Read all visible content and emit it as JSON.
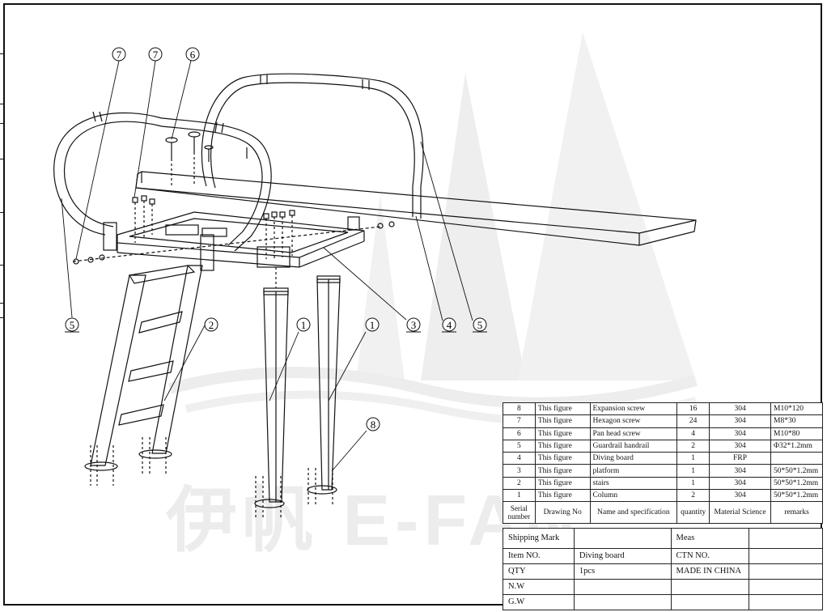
{
  "watermark": {
    "text": "伊帆 E-FAN"
  },
  "balloons": [
    {
      "id": "b7a",
      "number": "7"
    },
    {
      "id": "b7b",
      "number": "7"
    },
    {
      "id": "b6",
      "number": "6"
    },
    {
      "id": "b5a",
      "number": "5"
    },
    {
      "id": "b2",
      "number": "2"
    },
    {
      "id": "b1a",
      "number": "1"
    },
    {
      "id": "b1b",
      "number": "1"
    },
    {
      "id": "b3",
      "number": "3"
    },
    {
      "id": "b4",
      "number": "4"
    },
    {
      "id": "b5b",
      "number": "5"
    },
    {
      "id": "b8",
      "number": "8"
    }
  ],
  "bom": {
    "rows": [
      {
        "serial": "8",
        "drawing_no": "This figure",
        "name": "Expansion screw",
        "quantity": "16",
        "material": "304",
        "remarks": "M10*120"
      },
      {
        "serial": "7",
        "drawing_no": "This figure",
        "name": "Hexagon screw",
        "quantity": "24",
        "material": "304",
        "remarks": "M8*30"
      },
      {
        "serial": "6",
        "drawing_no": "This figure",
        "name": "Pan head screw",
        "quantity": "4",
        "material": "304",
        "remarks": "M10*80"
      },
      {
        "serial": "5",
        "drawing_no": "This figure",
        "name": "Guardrail handrail",
        "quantity": "2",
        "material": "304",
        "remarks": "Φ32*1.2mm"
      },
      {
        "serial": "4",
        "drawing_no": "This figure",
        "name": "Diving board",
        "quantity": "1",
        "material": "FRP",
        "remarks": ""
      },
      {
        "serial": "3",
        "drawing_no": "This figure",
        "name": "platform",
        "quantity": "1",
        "material": "304",
        "remarks": "50*50*1.2mm"
      },
      {
        "serial": "2",
        "drawing_no": "This figure",
        "name": "stairs",
        "quantity": "1",
        "material": "304",
        "remarks": "50*50*1.2mm"
      },
      {
        "serial": "1",
        "drawing_no": "This figure",
        "name": "Column",
        "quantity": "2",
        "material": "304",
        "remarks": "50*50*1.2mm"
      }
    ],
    "header": {
      "serial": "Serial number",
      "drawing_no": "Drawing No",
      "name": "Name and specification",
      "quantity": "quantity",
      "material": "Material Science",
      "remarks": "remarks"
    }
  },
  "shipping": {
    "shipping_mark": "Shipping Mark",
    "meas": "Meas",
    "item_no_label": "Item NO.",
    "item_no_value": "Diving board",
    "ctn_no": "CTN NO.",
    "qty_label": "QTY",
    "qty_value": "1pcs",
    "origin": "MADE IN CHINA",
    "nw_label": "N.W",
    "gw_label": "G.W"
  }
}
